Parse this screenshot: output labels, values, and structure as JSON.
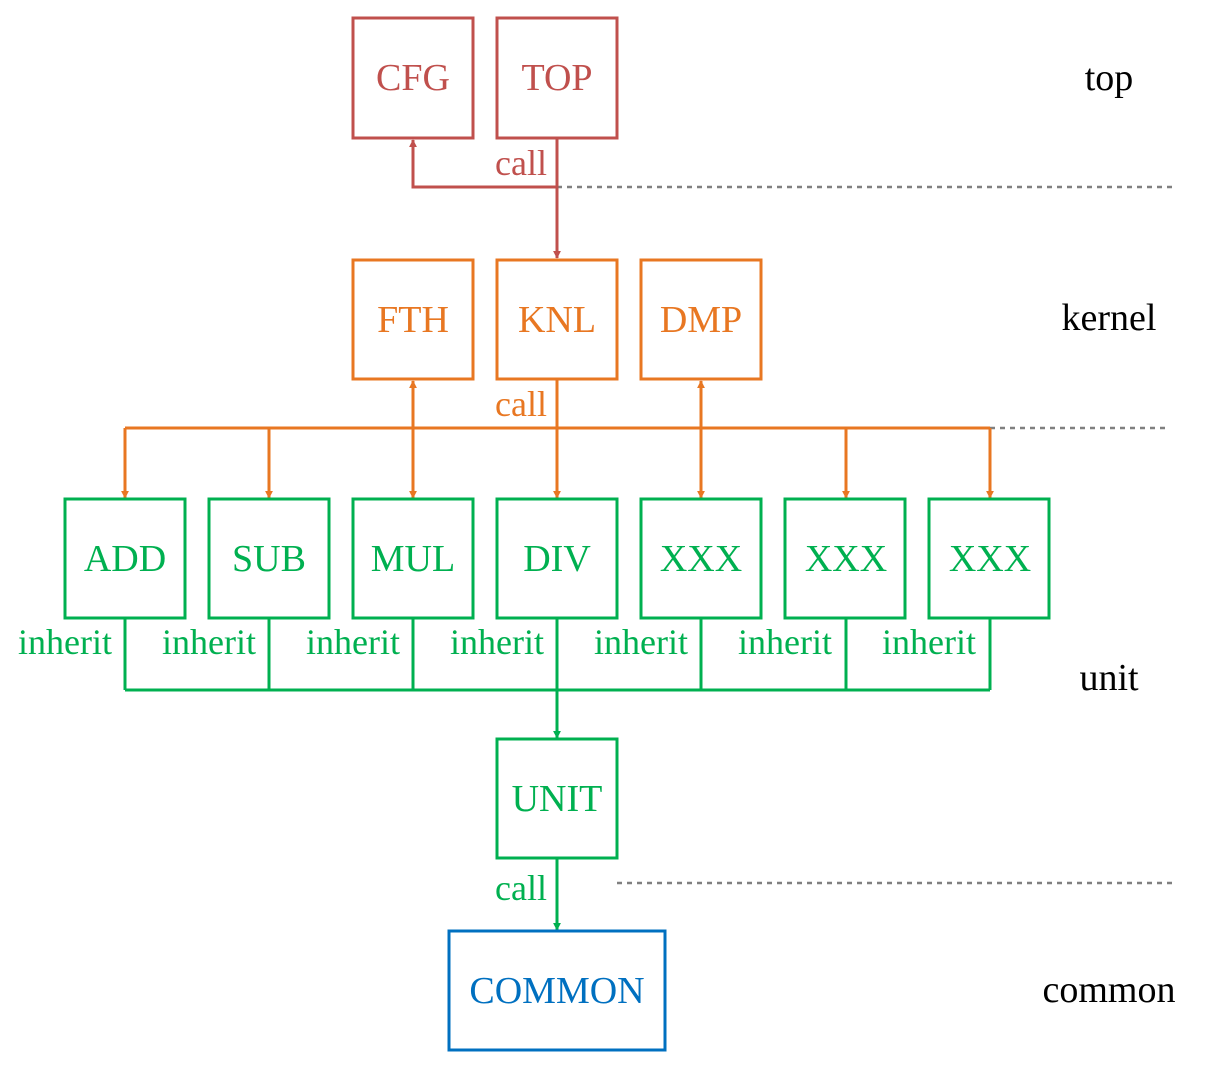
{
  "colors": {
    "top": "#c0504d",
    "kernel": "#e87722",
    "unit": "#00b050",
    "common": "#0070c0",
    "layer_text": "#000000",
    "separator": "#808080"
  },
  "layers": {
    "top": "top",
    "kernel": "kernel",
    "unit": "unit",
    "common": "common"
  },
  "nodes": {
    "cfg": "CFG",
    "top": "TOP",
    "fth": "FTH",
    "knl": "KNL",
    "dmp": "DMP",
    "add": "ADD",
    "sub": "SUB",
    "mul": "MUL",
    "div": "DIV",
    "xxx1": "XXX",
    "xxx2": "XXX",
    "xxx3": "XXX",
    "unit": "UNIT",
    "common": "COMMON"
  },
  "edge_labels": {
    "call_top": "call",
    "call_kernel": "call",
    "call_unit": "call",
    "inherit_add": "inherit",
    "inherit_sub": "inherit",
    "inherit_mul": "inherit",
    "inherit_div": "inherit",
    "inherit_xxx1": "inherit",
    "inherit_xxx2": "inherit",
    "inherit_xxx3": "inherit"
  }
}
